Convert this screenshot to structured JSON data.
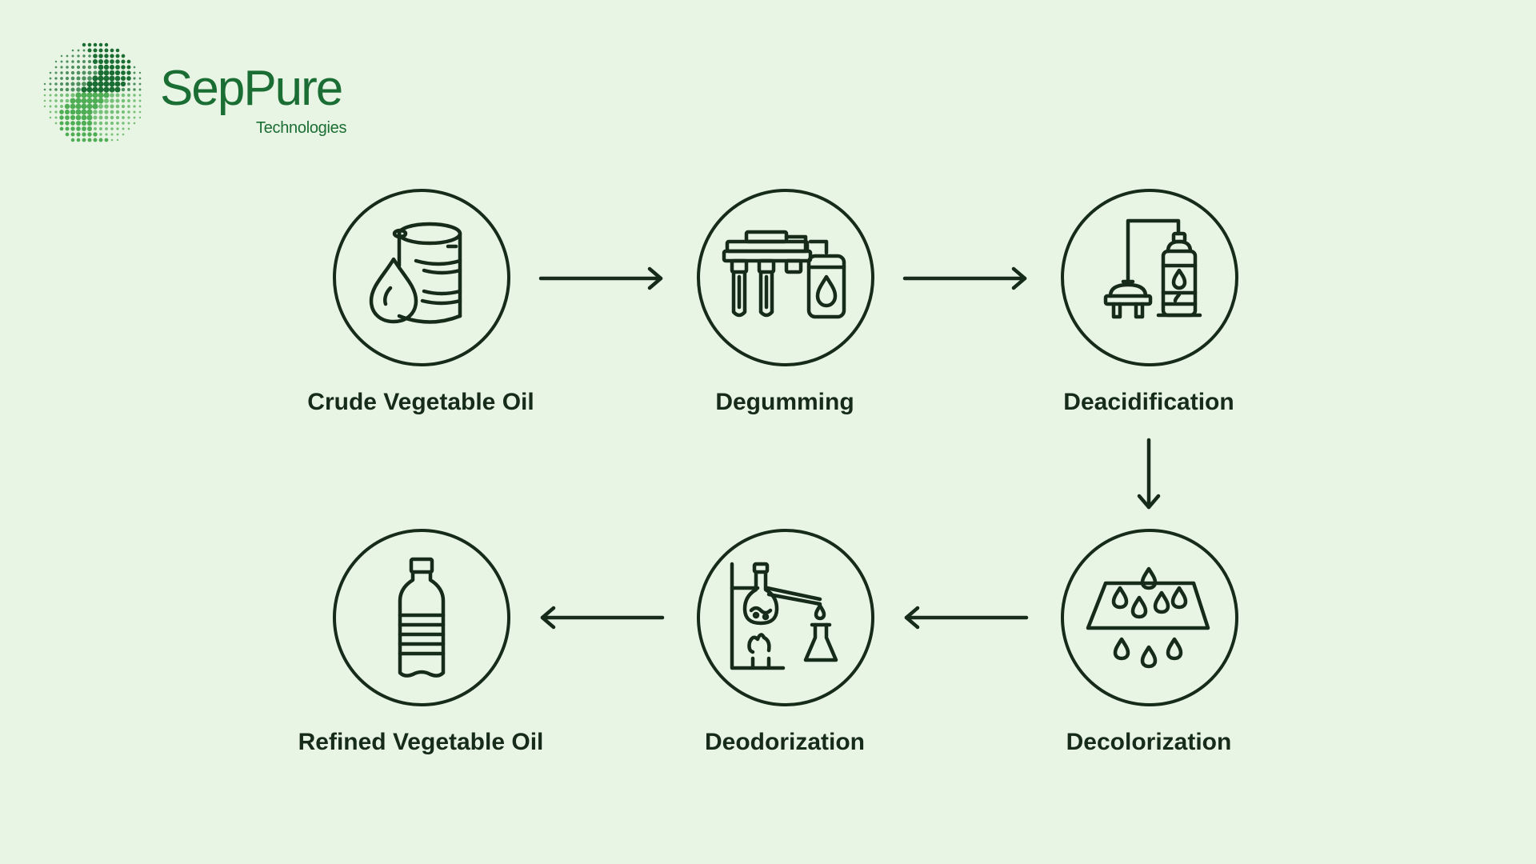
{
  "logo": {
    "name": "SepPure",
    "subtitle": "Technologies"
  },
  "colors": {
    "background": "#e9f5e4",
    "ink": "#162b1a",
    "brand_green": "#1a6e33",
    "brand_light": "#4fae55"
  },
  "steps": [
    {
      "label": "Crude Vegetable Oil",
      "icon": "oil-barrel-icon"
    },
    {
      "label": "Degumming",
      "icon": "filtration-unit-icon"
    },
    {
      "label": "Deacidification",
      "icon": "distillation-column-icon"
    },
    {
      "label": "Decolorization",
      "icon": "filter-drops-icon"
    },
    {
      "label": "Deodorization",
      "icon": "lab-distillation-icon"
    },
    {
      "label": "Refined Vegetable Oil",
      "icon": "oil-bottle-icon"
    }
  ],
  "flow": [
    {
      "from": "Crude Vegetable Oil",
      "to": "Degumming",
      "direction": "right"
    },
    {
      "from": "Degumming",
      "to": "Deacidification",
      "direction": "right"
    },
    {
      "from": "Deacidification",
      "to": "Decolorization",
      "direction": "down"
    },
    {
      "from": "Decolorization",
      "to": "Deodorization",
      "direction": "left"
    },
    {
      "from": "Deodorization",
      "to": "Refined Vegetable Oil",
      "direction": "left"
    }
  ]
}
